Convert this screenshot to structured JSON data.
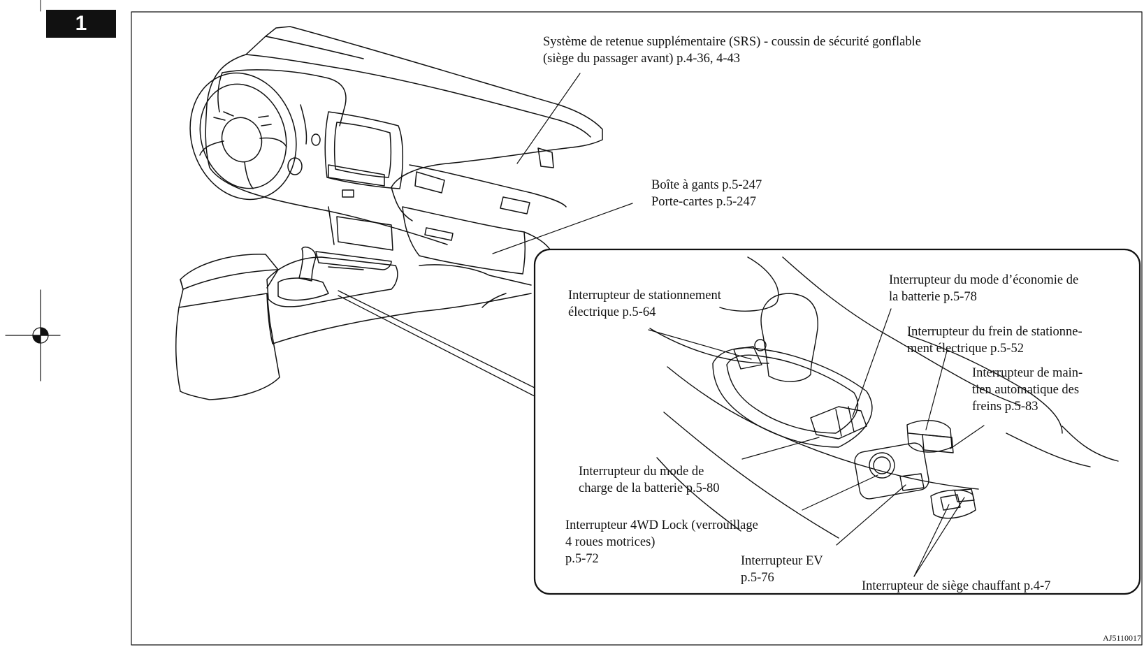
{
  "page": {
    "section_number": "1",
    "figure_code": "AJ5110017"
  },
  "labels": {
    "srs_line1": "Système de retenue supplémentaire (SRS) - coussin de sécurité gonflable",
    "srs_line2": "(siège du passager avant) p.4-36, 4-43",
    "glovebox_line1": "Boîte à gants p.5-247",
    "glovebox_line2": "Porte-cartes p.5-247",
    "battery_save_line1": "Interrupteur du mode d’économie de",
    "battery_save_line2": "la batterie p.5-78",
    "e_park_line1": "Interrupteur de stationnement",
    "e_park_line2": "électrique p.5-64",
    "e_brake_line1": "Interrupteur du frein de stationne-",
    "e_brake_line2": "ment électrique p.5-52",
    "auto_hold_line1": "Interrupteur de main-",
    "auto_hold_line2": "tien automatique des",
    "auto_hold_line3": "freins p.5-83",
    "battery_charge_line1": "Interrupteur du mode de",
    "battery_charge_line2": "charge de la batterie p.5-80",
    "lock4wd_line1": "Interrupteur 4WD Lock (verrouillage",
    "lock4wd_line2": "4 roues motrices)",
    "lock4wd_line3": "p.5-72",
    "ev_line1": "Interrupteur EV",
    "ev_line2": "p.5-76",
    "seat_heater": "Interrupteur de siège chauffant p.4-7"
  },
  "colors": {
    "ink": "#111111",
    "tab_background": "#111111",
    "tab_text": "#ffffff",
    "paper": "#ffffff"
  }
}
